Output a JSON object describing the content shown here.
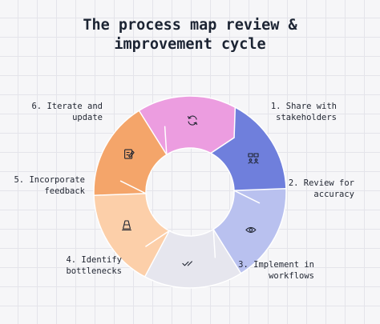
{
  "title": {
    "line1": "The process map review &",
    "line2": "improvement cycle"
  },
  "steps": [
    {
      "label_line1": "1. Share with",
      "label_line2": "stakeholders",
      "color": "#6f7fdc",
      "icon": "share-stakeholders-icon"
    },
    {
      "label_line1": "2. Review for",
      "label_line2": "accuracy",
      "color": "#b9c1ef",
      "icon": "eye-icon"
    },
    {
      "label_line1": "3. Implement in",
      "label_line2": "workflows",
      "color": "#e6e6ee",
      "icon": "check-icon"
    },
    {
      "label_line1": "4. Identify",
      "label_line2": "bottlenecks",
      "color": "#fccfa9",
      "icon": "traffic-cone-icon"
    },
    {
      "label_line1": "5. Incorporate",
      "label_line2": "feedback",
      "color": "#f4a56a",
      "icon": "feedback-edit-icon"
    },
    {
      "label_line1": "6. Iterate and",
      "label_line2": "update",
      "color": "#ec9de0",
      "icon": "refresh-icon"
    }
  ]
}
